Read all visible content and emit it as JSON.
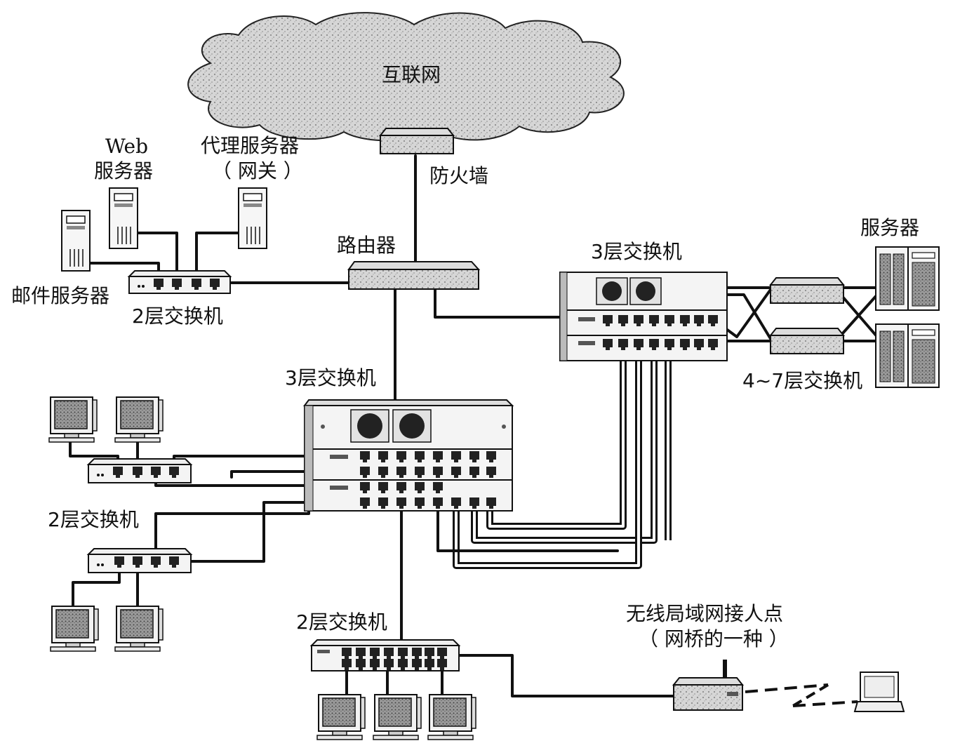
{
  "labels": {
    "internet": "互联网",
    "firewall": "防火墙",
    "router": "路由器",
    "web_server_line1": "Web",
    "web_server_line2": "服务器",
    "proxy_line1": "代理服务器",
    "proxy_line2": "（ 网关 ）",
    "mail_server": "邮件服务器",
    "l2_switch_top": "2层交换机",
    "l3_switch_right": "3层交换机",
    "servers": "服务器",
    "l47_switch": "4~7层交换机",
    "l3_switch_center": "3层交换机",
    "l2_switch_left": "2层交换机",
    "l2_switch_bottom": "2层交换机",
    "wlan_ap_line1": "无线局域网接人点",
    "wlan_ap_line2": "（ 网桥的一种 ）"
  },
  "colors": {
    "line": "#111111",
    "device_fill": "#eeeeee",
    "cloud_fill": "#cfcfcf"
  }
}
